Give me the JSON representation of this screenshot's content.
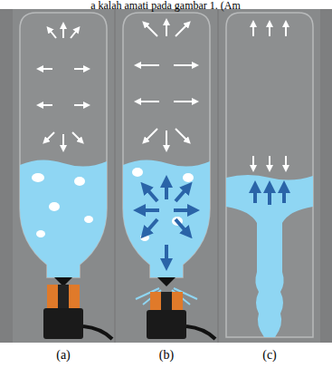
{
  "diagram": {
    "labels": [
      "a kalah amati pada gambar 1. (Am",
      "(a)",
      "(b)",
      "(c)"
    ]
  }
}
